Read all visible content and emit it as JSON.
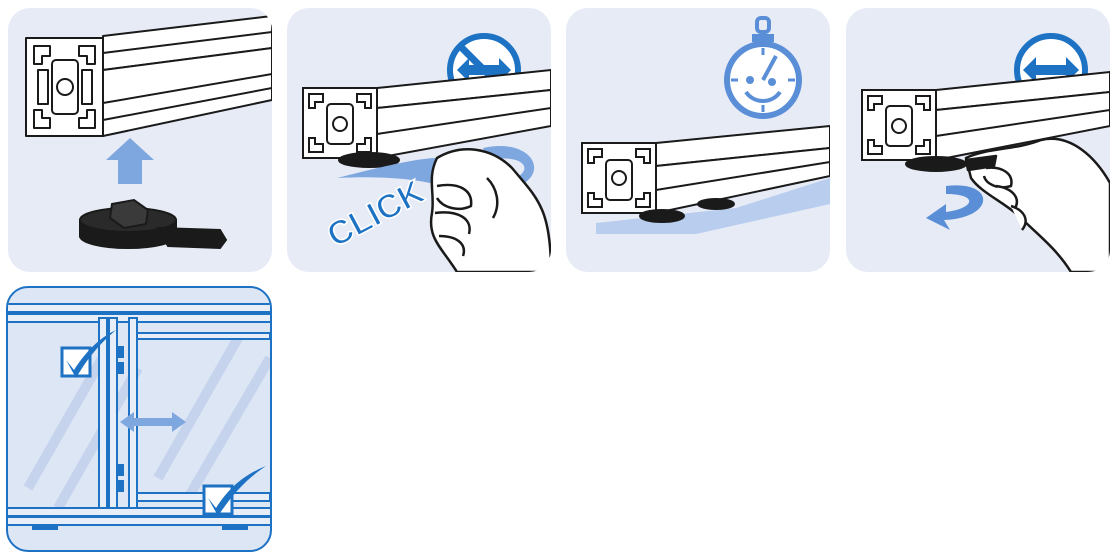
{
  "panels": [
    {
      "id": "step-1-insert",
      "icon": "arrow-up-icon"
    },
    {
      "id": "step-2-click",
      "icon": "no-slide-icon",
      "text": "CLICK"
    },
    {
      "id": "step-3-wait",
      "icon": "stopwatch-smile-icon"
    },
    {
      "id": "step-4-slide",
      "icon": "slide-arrow-icon"
    },
    {
      "id": "step-5-result",
      "icon": "checkmark-icon"
    }
  ],
  "colors": {
    "accent": "#1d72c4",
    "light_blue": "#7fa7df",
    "panel_bg": "#e6ebf6",
    "outline": "#1a1a1a"
  }
}
